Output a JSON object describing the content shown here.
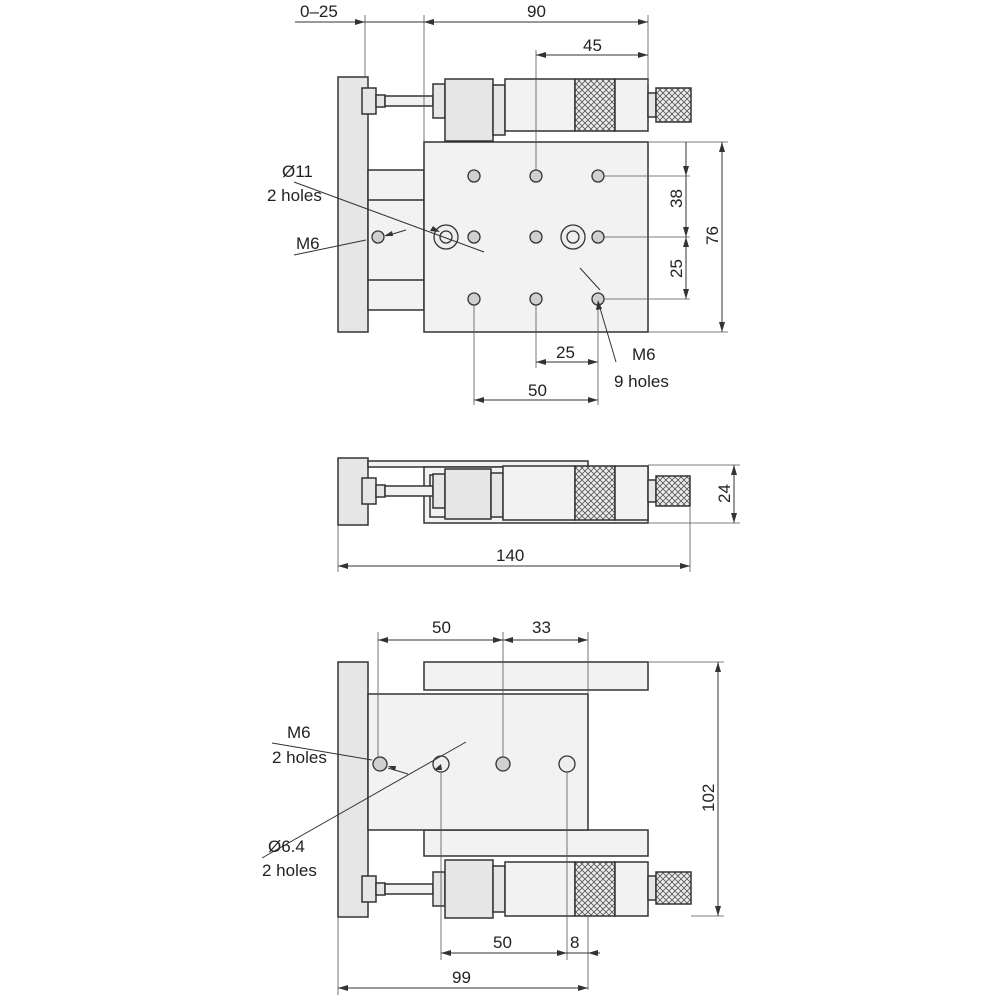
{
  "top_view": {
    "dims": {
      "travel": "0–25",
      "d90": "90",
      "d45": "45",
      "d38": "38",
      "d76": "76",
      "d25_vertical": "25",
      "d25_horizontal": "25",
      "d50": "50"
    },
    "callouts": {
      "bore_size": "Ø11",
      "bore_count": "2 holes",
      "side_thread": "M6",
      "top_thread": "M6",
      "top_thread_count": "9 holes"
    }
  },
  "side_view": {
    "dims": {
      "height": "24",
      "length": "140"
    }
  },
  "bottom_view": {
    "dims": {
      "d50_top": "50",
      "d33": "33",
      "d102": "102",
      "d50_bottom": "50",
      "d8": "8",
      "d99": "99"
    },
    "callouts": {
      "thread": "M6",
      "thread_count": "2 holes",
      "bore_size": "Ø6.4",
      "bore_count": "2 holes"
    }
  }
}
